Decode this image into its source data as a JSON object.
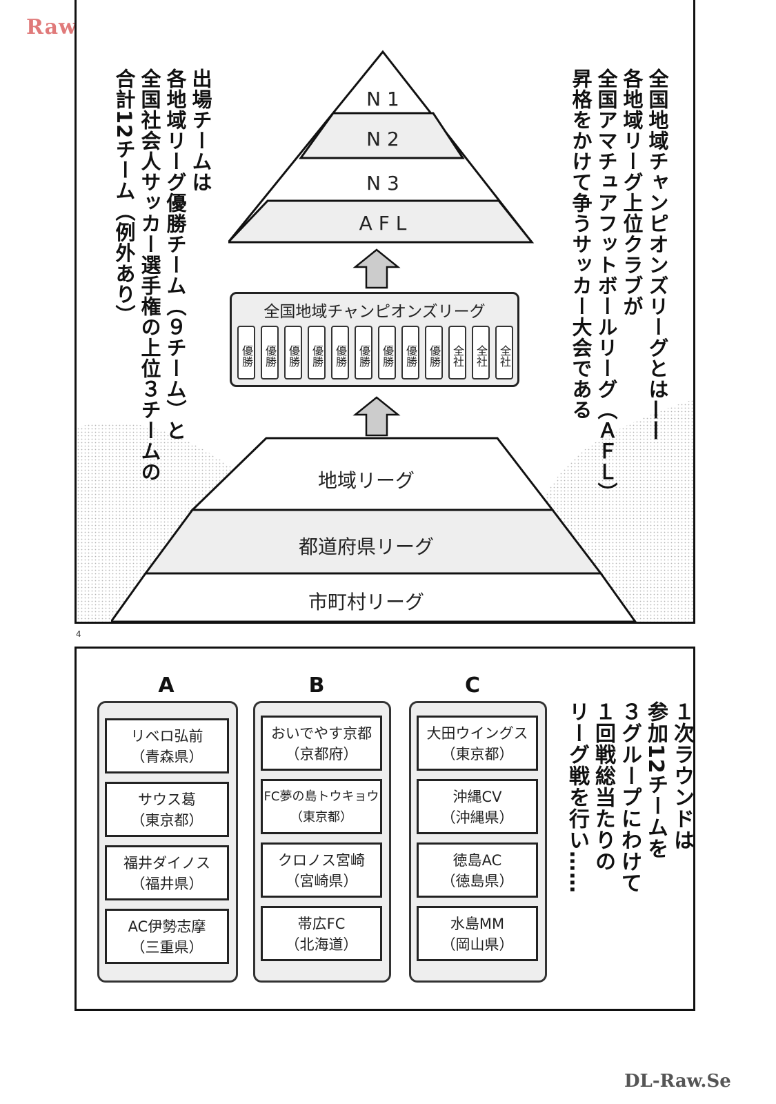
{
  "watermarks": {
    "top": "RawLazy.Si",
    "bottom": "DL-Raw.Se"
  },
  "page_number": "4",
  "top_panel": {
    "right_caption": [
      "全国地域チャンピオンズリーグとは——",
      "各地域リーグ上位クラブが",
      "全国アマチュアフットボールリーグ（ＡＦＬ）",
      "昇格をかけて争うサッカー大会である"
    ],
    "left_caption": [
      "出場チームは",
      "各地域リーグ優勝チーム（９チーム）と",
      "全国社会人サッカー選手権の上位３チームの",
      "合計12チーム（例外あり）"
    ],
    "upper_pyramid": [
      "N 1",
      "N 2",
      "N 3",
      "A F L"
    ],
    "championship_box": {
      "title": "全国地域チャンピオンズリーグ",
      "chips": [
        "優勝",
        "優勝",
        "優勝",
        "優勝",
        "優勝",
        "優勝",
        "優勝",
        "優勝",
        "優勝",
        "全社",
        "全社",
        "全社"
      ]
    },
    "lower_pyramid": [
      "地域リーグ",
      "都道府県リーグ",
      "市町村リーグ"
    ]
  },
  "bottom_panel": {
    "caption": [
      "１次ラウンドは",
      "参加12チームを",
      "３グループにわけて",
      "１回戦総当たりの",
      "リーグ戦を行い……"
    ],
    "groups": [
      {
        "letter": "A",
        "teams": [
          {
            "name": "リベロ弘前",
            "pref": "（青森県）"
          },
          {
            "name": "サウス葛",
            "pref": "（東京都）"
          },
          {
            "name": "福井ダイノス",
            "pref": "（福井県）"
          },
          {
            "name": "AC伊勢志摩",
            "pref": "（三重県）"
          }
        ]
      },
      {
        "letter": "B",
        "teams": [
          {
            "name": "おいでやす京都",
            "pref": "（京都府）"
          },
          {
            "name": "FC夢の島トウキョウ",
            "pref": "（東京都）"
          },
          {
            "name": "クロノス宮崎",
            "pref": "（宮崎県）"
          },
          {
            "name": "帯広FC",
            "pref": "（北海道）"
          }
        ]
      },
      {
        "letter": "C",
        "teams": [
          {
            "name": "大田ウイングス",
            "pref": "（東京都）"
          },
          {
            "name": "沖縄CV",
            "pref": "（沖縄県）"
          },
          {
            "name": "徳島AC",
            "pref": "（徳島県）"
          },
          {
            "name": "水島MM",
            "pref": "（岡山県）"
          }
        ]
      }
    ]
  }
}
